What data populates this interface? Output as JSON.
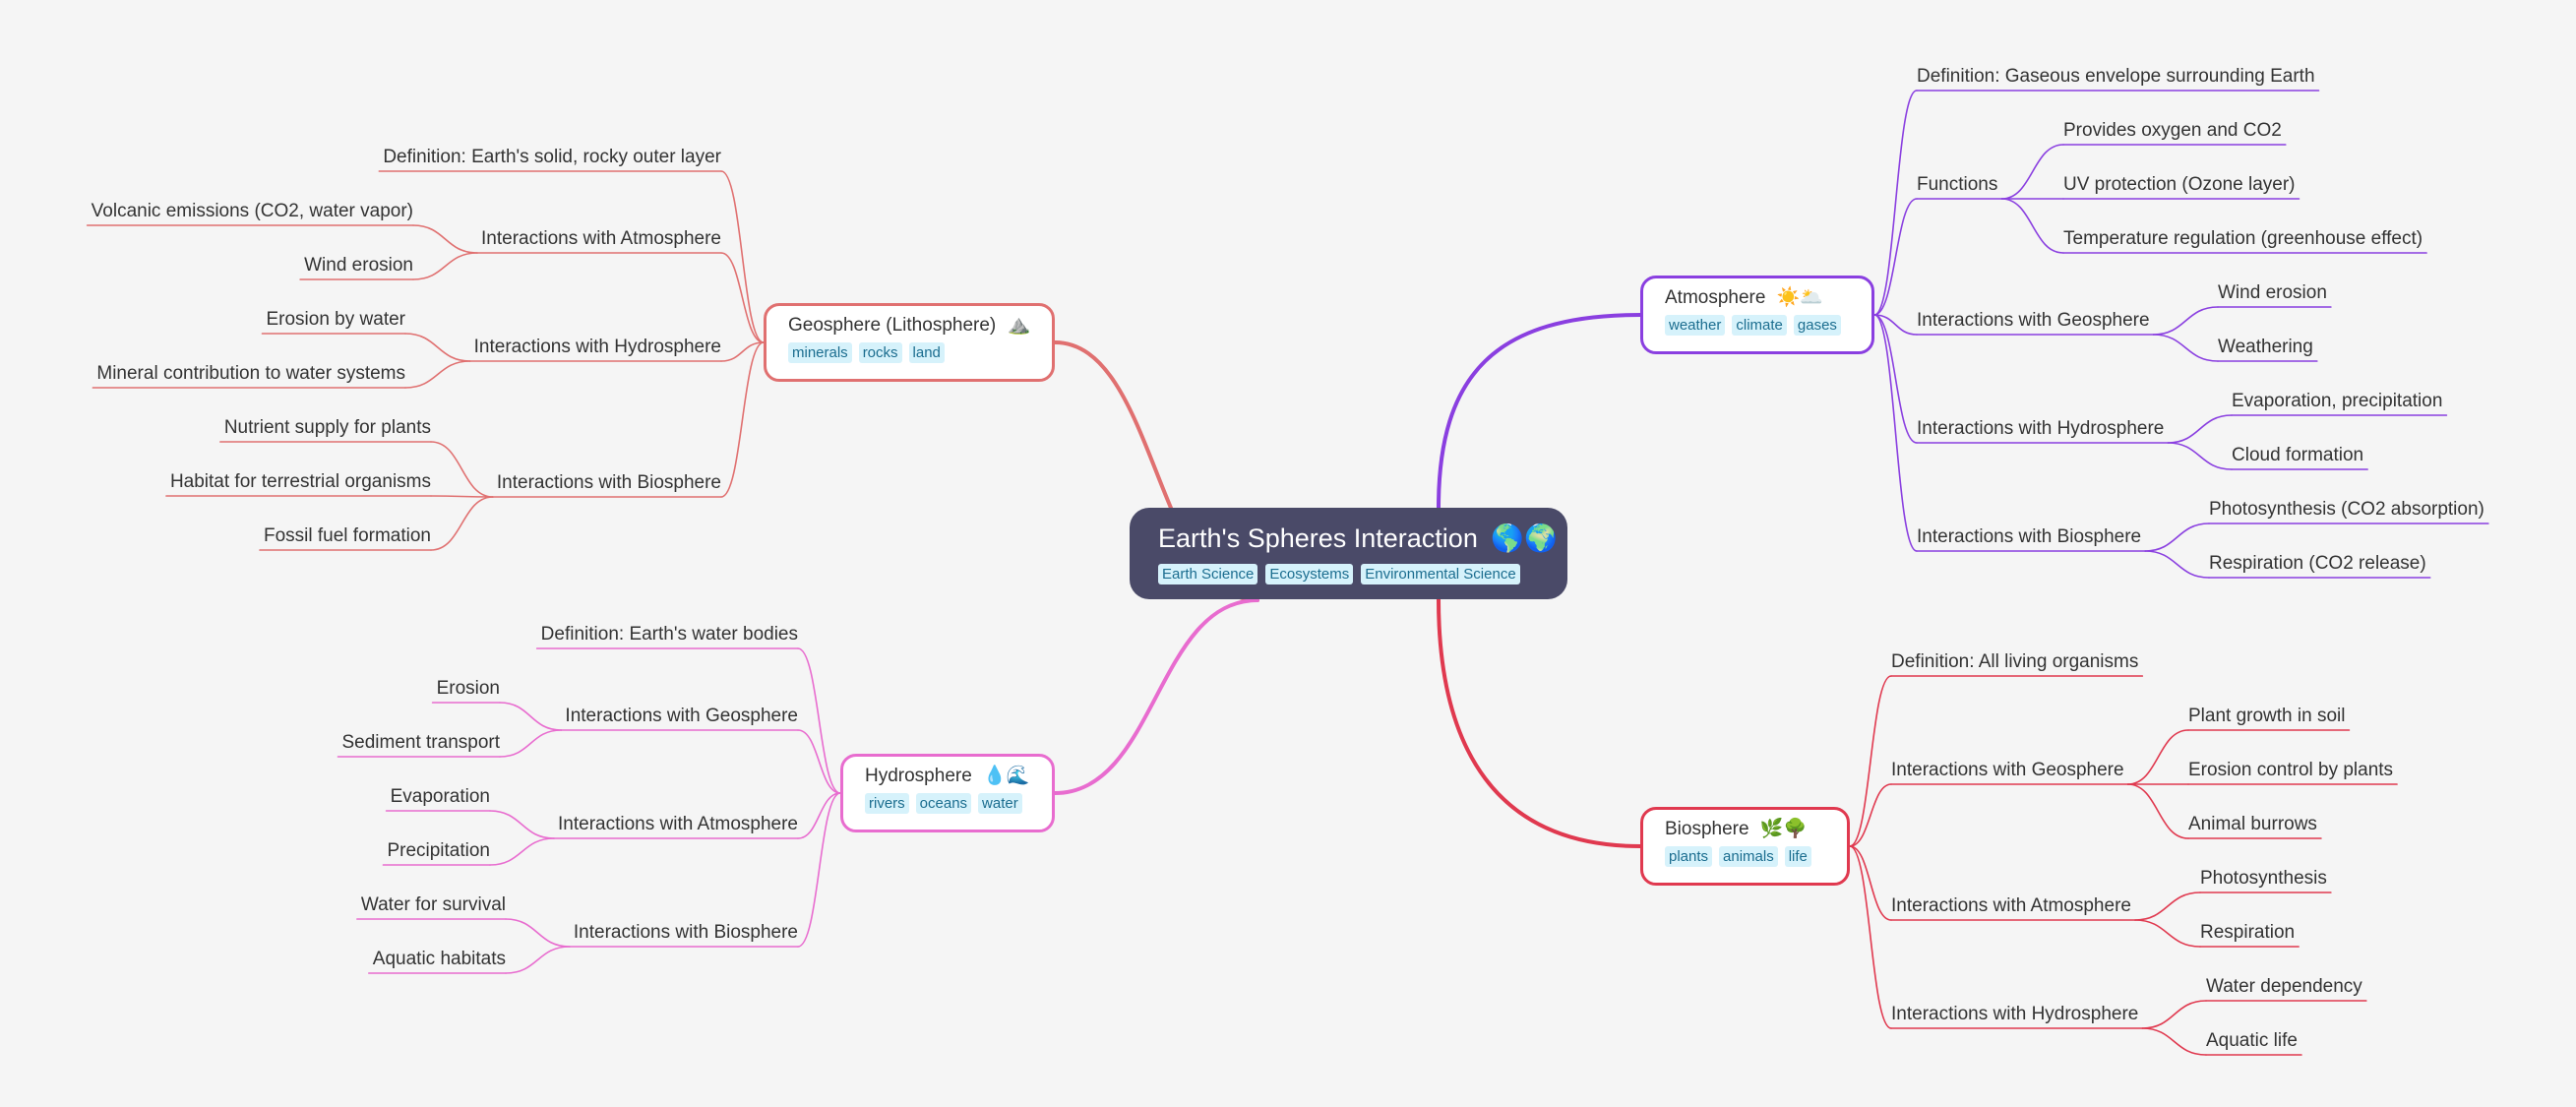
{
  "root": {
    "title": "Earth's Spheres Interaction",
    "icons": "🌎🌍",
    "tags": [
      "Earth Science",
      "Ecosystems",
      "Environmental Science"
    ]
  },
  "colors": {
    "geosphere": "#e07070",
    "hydrosphere": "#e86ccf",
    "atmosphere": "#8a3fe0",
    "biosphere": "#e0394f"
  },
  "geosphere": {
    "title": "Geosphere (Lithosphere)",
    "icon": "⛰️",
    "tags": [
      "minerals",
      "rocks",
      "land"
    ],
    "definition": "Definition: Earth's solid, rocky outer layer",
    "atmo": {
      "label": "Interactions with Atmosphere",
      "items": [
        "Volcanic emissions (CO2, water vapor)",
        "Wind erosion"
      ]
    },
    "hydro": {
      "label": "Interactions with Hydrosphere",
      "items": [
        "Erosion by water",
        "Mineral contribution to water systems"
      ]
    },
    "bio": {
      "label": "Interactions with Biosphere",
      "items": [
        "Nutrient supply for plants",
        "Habitat for terrestrial organisms",
        "Fossil fuel formation"
      ]
    }
  },
  "hydrosphere": {
    "title": "Hydrosphere",
    "icon": "💧🌊",
    "tags": [
      "rivers",
      "oceans",
      "water"
    ],
    "definition": "Definition: Earth's water bodies",
    "geo": {
      "label": "Interactions with Geosphere",
      "items": [
        "Erosion",
        "Sediment transport"
      ]
    },
    "atmo": {
      "label": "Interactions with Atmosphere",
      "items": [
        "Evaporation",
        "Precipitation"
      ]
    },
    "bio": {
      "label": "Interactions with Biosphere",
      "items": [
        "Water for survival",
        "Aquatic habitats"
      ]
    }
  },
  "atmosphere": {
    "title": "Atmosphere",
    "icon": "☀️🌥️",
    "tags": [
      "weather",
      "climate",
      "gases"
    ],
    "definition": "Definition: Gaseous envelope surrounding Earth",
    "functions": {
      "label": "Functions",
      "items": [
        "Provides oxygen and CO2",
        "UV protection (Ozone layer)",
        "Temperature regulation (greenhouse effect)"
      ]
    },
    "geo": {
      "label": "Interactions with Geosphere",
      "items": [
        "Wind erosion",
        "Weathering"
      ]
    },
    "hydro": {
      "label": "Interactions with Hydrosphere",
      "items": [
        "Evaporation, precipitation",
        "Cloud formation"
      ]
    },
    "bio": {
      "label": "Interactions with Biosphere",
      "items": [
        "Photosynthesis (CO2 absorption)",
        "Respiration (CO2 release)"
      ]
    }
  },
  "biosphere": {
    "title": "Biosphere",
    "icon": "🌿🌳",
    "tags": [
      "plants",
      "animals",
      "life"
    ],
    "definition": "Definition: All living organisms",
    "geo": {
      "label": "Interactions with Geosphere",
      "items": [
        "Plant growth in soil",
        "Erosion control by plants",
        "Animal burrows"
      ]
    },
    "atmo": {
      "label": "Interactions with Atmosphere",
      "items": [
        "Photosynthesis",
        "Respiration"
      ]
    },
    "hydro": {
      "label": "Interactions with Hydrosphere",
      "items": [
        "Water dependency",
        "Aquatic life"
      ]
    }
  }
}
